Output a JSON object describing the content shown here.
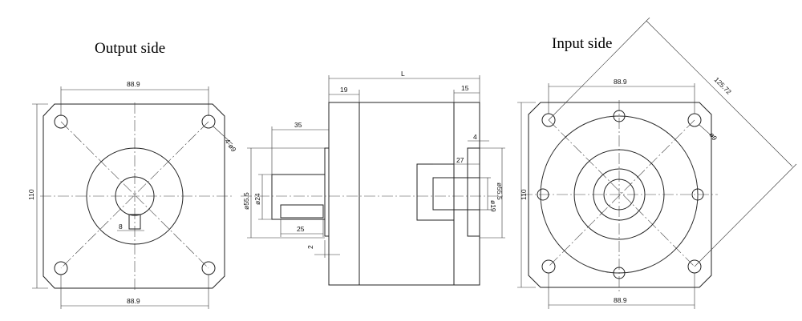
{
  "titles": {
    "output": "Output side",
    "input": "Input side"
  },
  "output_view": {
    "dim_top": "88.9",
    "dim_bottom": "88.9",
    "dim_height": "110",
    "dim_holes": "4-ø9",
    "dim_key": "8"
  },
  "side_view": {
    "dim_L": "L",
    "dim_19": "19",
    "dim_15": "15",
    "dim_35": "35",
    "dim_4": "4",
    "dim_27": "27",
    "dim_d55_left": "ø55.5",
    "dim_d24": "ø24",
    "dim_d19": "ø19",
    "dim_d55_right": "ø55.5",
    "dim_25": "25",
    "dim_2": "2"
  },
  "input_view": {
    "dim_top": "88.9",
    "dim_bottom": "88.9",
    "dim_height": "110",
    "dim_diag": "125.72",
    "dim_hole": "ø9"
  }
}
